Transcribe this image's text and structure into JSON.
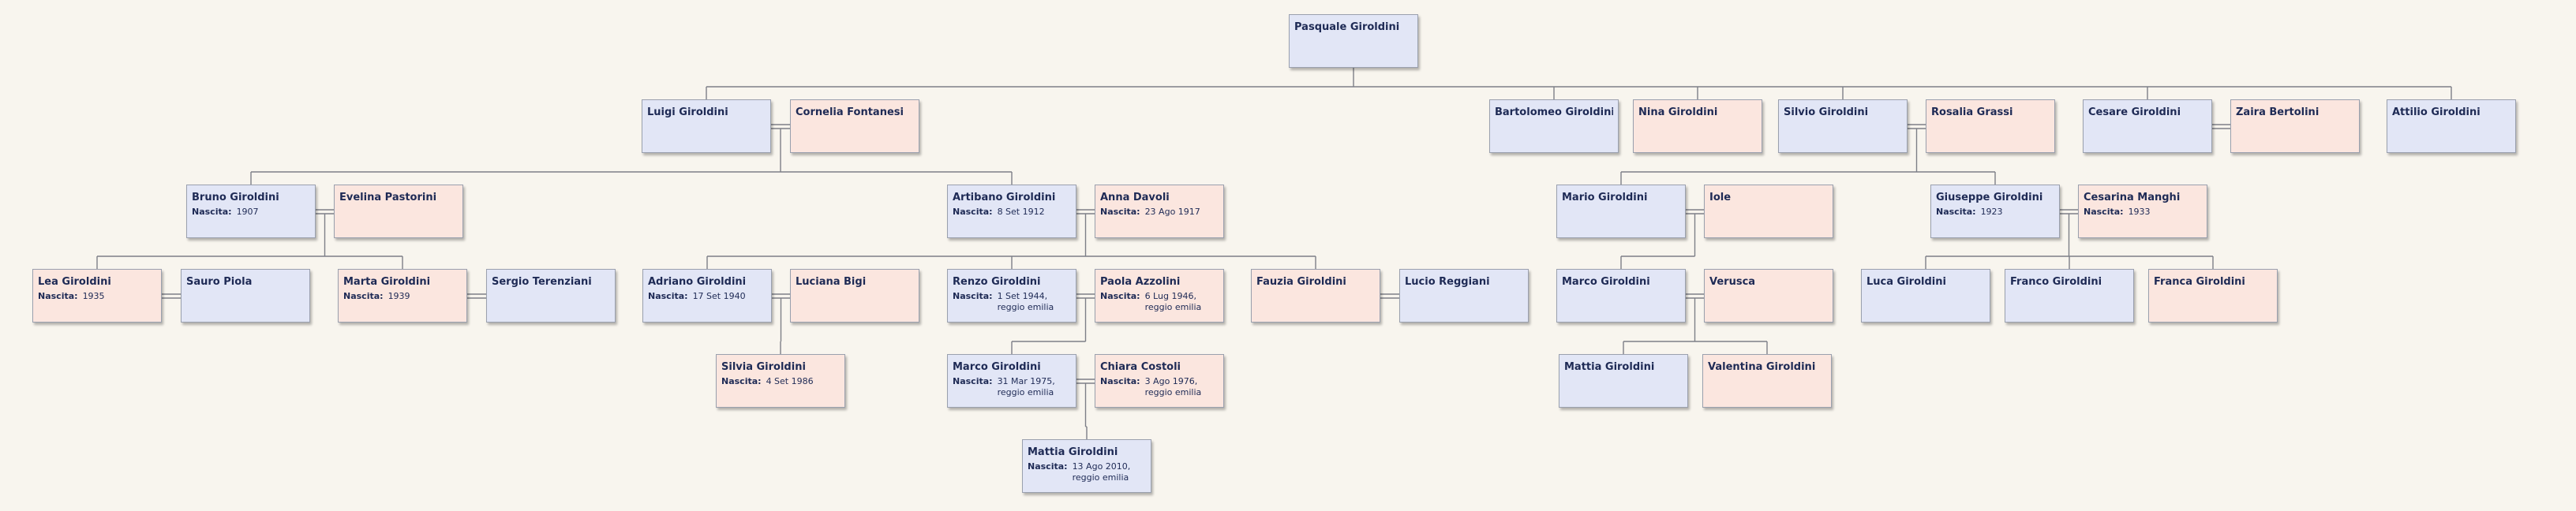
{
  "labels": {
    "birth": "Nascita:"
  },
  "people": [
    {
      "id": "pasquale",
      "name": "Pasquale Giroldini",
      "sex": "m"
    },
    {
      "id": "luigi",
      "name": "Luigi Giroldini",
      "sex": "m"
    },
    {
      "id": "cornelia",
      "name": "Cornelia Fontanesi",
      "sex": "f"
    },
    {
      "id": "bartolomeo",
      "name": "Bartolomeo Giroldini",
      "sex": "m"
    },
    {
      "id": "nina",
      "name": "Nina Giroldini",
      "sex": "f"
    },
    {
      "id": "silvio",
      "name": "Silvio Giroldini",
      "sex": "m"
    },
    {
      "id": "rosalia",
      "name": "Rosalia Grassi",
      "sex": "f"
    },
    {
      "id": "cesare",
      "name": "Cesare Giroldini",
      "sex": "m"
    },
    {
      "id": "zaira",
      "name": "Zaira Bertolini",
      "sex": "f"
    },
    {
      "id": "attilio",
      "name": "Attilio Giroldini",
      "sex": "m"
    },
    {
      "id": "bruno",
      "name": "Bruno Giroldini",
      "sex": "m",
      "birth": "1907"
    },
    {
      "id": "evelina",
      "name": "Evelina Pastorini",
      "sex": "f"
    },
    {
      "id": "artibano",
      "name": "Artibano Giroldini",
      "sex": "m",
      "birth": "8 Set 1912"
    },
    {
      "id": "anna",
      "name": "Anna Davoli",
      "sex": "f",
      "birth": "23 Ago 1917"
    },
    {
      "id": "mario",
      "name": "Mario Giroldini",
      "sex": "m"
    },
    {
      "id": "iole",
      "name": "Iole",
      "sex": "f"
    },
    {
      "id": "giuseppe",
      "name": "Giuseppe Giroldini",
      "sex": "m",
      "birth": "1923"
    },
    {
      "id": "cesarina",
      "name": "Cesarina Manghi",
      "sex": "f",
      "birth": "1933"
    },
    {
      "id": "lea",
      "name": "Lea Giroldini",
      "sex": "f",
      "birth": "1935"
    },
    {
      "id": "sauro",
      "name": "Sauro Piola",
      "sex": "m"
    },
    {
      "id": "marta",
      "name": "Marta Giroldini",
      "sex": "f",
      "birth": "1939"
    },
    {
      "id": "sergio",
      "name": "Sergio Terenziani",
      "sex": "m"
    },
    {
      "id": "adriano",
      "name": "Adriano Giroldini",
      "sex": "m",
      "birth": "17 Set 1940"
    },
    {
      "id": "luciana",
      "name": "Luciana Bigi",
      "sex": "f"
    },
    {
      "id": "renzo",
      "name": "Renzo Giroldini",
      "sex": "m",
      "birth": "1 Set 1944,",
      "place": "reggio emilia"
    },
    {
      "id": "paola",
      "name": "Paola Azzolini",
      "sex": "f",
      "birth": "6 Lug 1946,",
      "place": "reggio emilia"
    },
    {
      "id": "fauzia",
      "name": "Fauzia Giroldini",
      "sex": "f"
    },
    {
      "id": "lucio",
      "name": "Lucio Reggiani",
      "sex": "m"
    },
    {
      "id": "marco1",
      "name": "Marco Giroldini",
      "sex": "m"
    },
    {
      "id": "verusca",
      "name": "Verusca",
      "sex": "f"
    },
    {
      "id": "luca",
      "name": "Luca Giroldini",
      "sex": "m"
    },
    {
      "id": "franco",
      "name": "Franco Giroldini",
      "sex": "m"
    },
    {
      "id": "franca",
      "name": "Franca Giroldini",
      "sex": "f"
    },
    {
      "id": "silvia",
      "name": "Silvia Giroldini",
      "sex": "f",
      "birth": "4 Set 1986"
    },
    {
      "id": "marco2",
      "name": "Marco Giroldini",
      "sex": "m",
      "birth": "31 Mar 1975,",
      "place": "reggio emilia"
    },
    {
      "id": "chiara",
      "name": "Chiara Costoli",
      "sex": "f",
      "birth": "3 Ago 1976,",
      "place": "reggio emilia"
    },
    {
      "id": "mattia1",
      "name": "Mattia Giroldini",
      "sex": "m"
    },
    {
      "id": "valentina",
      "name": "Valentina Giroldini",
      "sex": "f"
    },
    {
      "id": "mattia2",
      "name": "Mattia Giroldini",
      "sex": "m",
      "birth": "13 Ago 2010,",
      "place": "reggio emilia"
    }
  ],
  "couples": [
    [
      "luigi",
      "cornelia"
    ],
    [
      "silvio",
      "rosalia"
    ],
    [
      "cesare",
      "zaira"
    ],
    [
      "bruno",
      "evelina"
    ],
    [
      "artibano",
      "anna"
    ],
    [
      "mario",
      "iole"
    ],
    [
      "giuseppe",
      "cesarina"
    ],
    [
      "lea",
      "sauro"
    ],
    [
      "marta",
      "sergio"
    ],
    [
      "adriano",
      "luciana"
    ],
    [
      "renzo",
      "paola"
    ],
    [
      "fauzia",
      "lucio"
    ],
    [
      "marco1",
      "verusca"
    ],
    [
      "marco2",
      "chiara"
    ]
  ],
  "families": [
    {
      "parents": [
        "pasquale"
      ],
      "children": [
        "luigi",
        "bartolomeo",
        "nina",
        "silvio",
        "cesare",
        "attilio"
      ]
    },
    {
      "parents": [
        "luigi",
        "cornelia"
      ],
      "children": [
        "bruno",
        "artibano"
      ]
    },
    {
      "parents": [
        "silvio",
        "rosalia"
      ],
      "children": [
        "mario",
        "giuseppe"
      ]
    },
    {
      "parents": [
        "bruno",
        "evelina"
      ],
      "children": [
        "lea",
        "marta"
      ]
    },
    {
      "parents": [
        "artibano",
        "anna"
      ],
      "children": [
        "adriano",
        "renzo",
        "fauzia"
      ]
    },
    {
      "parents": [
        "mario",
        "iole"
      ],
      "children": [
        "marco1"
      ]
    },
    {
      "parents": [
        "giuseppe",
        "cesarina"
      ],
      "children": [
        "luca",
        "franco",
        "franca"
      ]
    },
    {
      "parents": [
        "adriano",
        "luciana"
      ],
      "children": [
        "silvia"
      ]
    },
    {
      "parents": [
        "renzo",
        "paola"
      ],
      "children": [
        "marco2"
      ]
    },
    {
      "parents": [
        "marco1",
        "verusca"
      ],
      "children": [
        "mattia1",
        "valentina"
      ]
    },
    {
      "parents": [
        "marco2",
        "chiara"
      ],
      "children": [
        "mattia2"
      ]
    }
  ]
}
